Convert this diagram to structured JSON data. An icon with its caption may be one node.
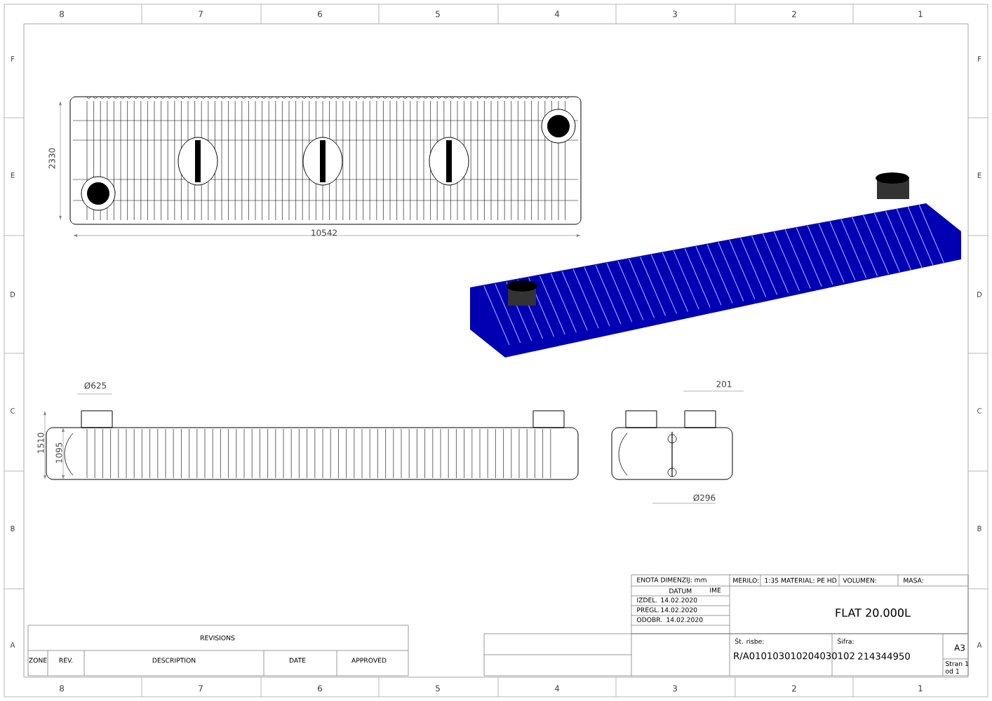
{
  "diagram": {
    "labels": [
      "8",
      "7",
      "6",
      "5",
      "4",
      "3",
      "2",
      "1",
      "F",
      "F",
      "E",
      "E",
      "D",
      "D",
      "C",
      "C",
      "B",
      "B",
      "A",
      "A",
      "2330",
      "10542",
      "Ø625",
      "201",
      "1510",
      "1095",
      "Ø296",
      "ENOTA DIMENZIJ: mm",
      "MERILO:",
      "1:35 MATERIAL: PE HD",
      "VOLUMEN:",
      "MASA:",
      "DATUM",
      "IME",
      "IZDEL.",
      "14.02.2020",
      "PREGL.",
      "14.02.2020",
      "ODOBR.",
      "14.02.2020",
      "FLAT 20.000L",
      "REVISIONS",
      "Št. risbe:",
      "Šifra:",
      "A3",
      "ZONE",
      "REV.",
      "DESCRIPTION",
      "DATE",
      "APPROVED",
      "R/A010103010204030102",
      "214344950",
      "Stran 1 od 1",
      "8",
      "7",
      "6",
      "5",
      "4",
      "3",
      "2",
      "1"
    ]
  }
}
